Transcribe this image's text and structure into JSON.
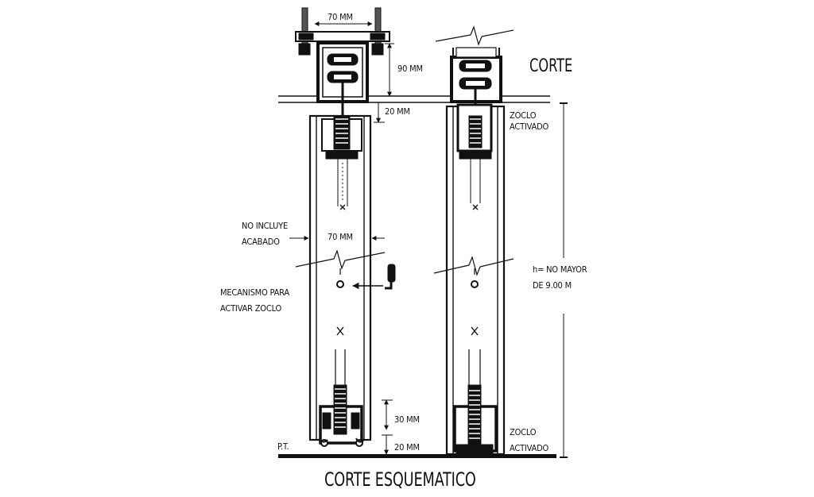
{
  "title": "CORTE ESQUEMATICO",
  "section_label": "CORTE",
  "dims": {
    "top_width": "70 MM",
    "head_height": "90 MM",
    "gap_top": "20 MM",
    "panel_width": "70 MM",
    "bottom_30": "30 MM",
    "bottom_20": "20 MM"
  },
  "notes": {
    "no_incluye": [
      "NO INCLUYE",
      "ACABADO"
    ],
    "mecanismo": [
      "MECANISMO PARA",
      "ACTIVAR ZOCLO"
    ],
    "zoclo_top": [
      "ZOCLO",
      "ACTIVADO"
    ],
    "zoclo_bottom": [
      "ZOCLO",
      "ACTIVADO"
    ],
    "height": [
      "h= NO MAYOR",
      "DE 9.00 M"
    ],
    "pt": "P.T."
  },
  "colors": {
    "ink": "#111111",
    "grey": "#8a8a8a",
    "paper": "#ffffff"
  }
}
